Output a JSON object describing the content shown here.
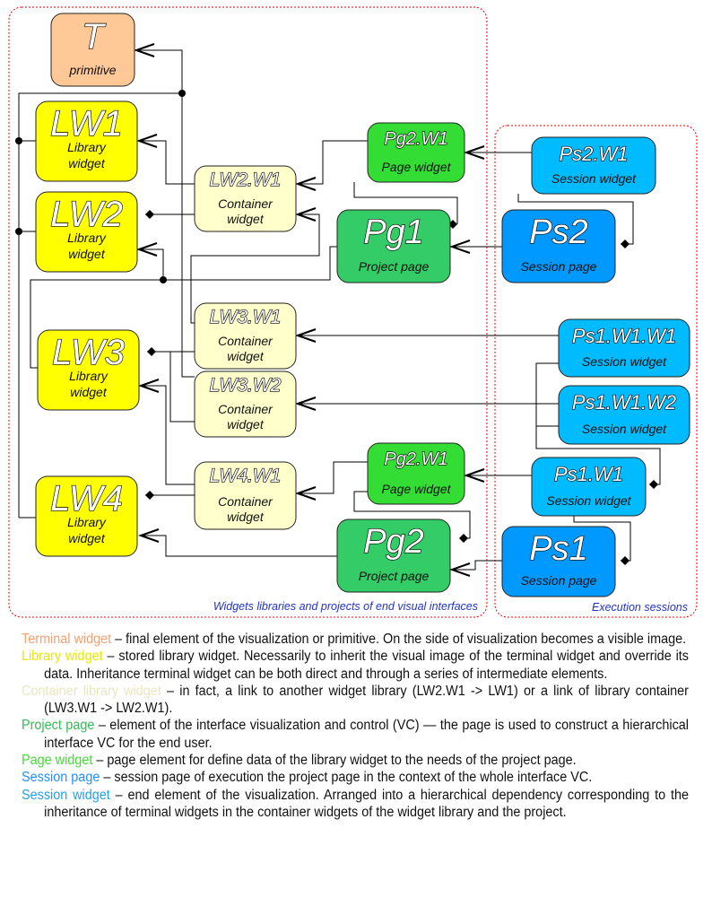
{
  "nodes": {
    "T": {
      "title": "T",
      "sub": "primitive",
      "color": "#FFC896"
    },
    "LW1": {
      "title": "LW1",
      "sub1": "Library",
      "sub2": "widget",
      "color": "#FFFF00"
    },
    "LW2": {
      "title": "LW2",
      "sub1": "Library",
      "sub2": "widget",
      "color": "#FFFF00"
    },
    "LW3": {
      "title": "LW3",
      "sub1": "Library",
      "sub2": "widget",
      "color": "#FFFF00"
    },
    "LW4": {
      "title": "LW4",
      "sub1": "Library",
      "sub2": "widget",
      "color": "#FFFF00"
    },
    "LW2W1": {
      "title": "LW2.W1",
      "sub1": "Container",
      "sub2": "widget",
      "color": "#FFFFCC"
    },
    "LW3W1": {
      "title": "LW3.W1",
      "sub1": "Container",
      "sub2": "widget",
      "color": "#FFFFCC"
    },
    "LW3W2": {
      "title": "LW3.W2",
      "sub1": "Container",
      "sub2": "widget",
      "color": "#FFFFCC"
    },
    "LW4W1": {
      "title": "LW4.W1",
      "sub1": "Container",
      "sub2": "widget",
      "color": "#FFFFCC"
    },
    "Pg2W1a": {
      "title": "Pg2.W1",
      "sub": "Page widget",
      "color": "#33DD33"
    },
    "Pg1": {
      "title": "Pg1",
      "sub": "Project page",
      "color": "#33CC66"
    },
    "Pg2W1b": {
      "title": "Pg2.W1",
      "sub": "Page widget",
      "color": "#33DD33"
    },
    "Pg2": {
      "title": "Pg2",
      "sub": "Project page",
      "color": "#33CC66"
    },
    "Ps2W1": {
      "title": "Ps2.W1",
      "sub": "Session widget",
      "color": "#00BBFF"
    },
    "Ps2": {
      "title": "Ps2",
      "sub": "Session page",
      "color": "#0099FF"
    },
    "Ps1W1W1": {
      "title": "Ps1.W1.W1",
      "sub": "Session widget",
      "color": "#00BBFF"
    },
    "Ps1W1W2": {
      "title": "Ps1.W1.W2",
      "sub": "Session widget",
      "color": "#00BBFF"
    },
    "Ps1W1": {
      "title": "Ps1.W1",
      "sub": "Session widget",
      "color": "#00BBFF"
    },
    "Ps1": {
      "title": "Ps1",
      "sub": "Session page",
      "color": "#0099FF"
    }
  },
  "regions": {
    "left": "Widgets libraries and projects of end visual interfaces",
    "right": "Execution sessions"
  },
  "legend": [
    {
      "term": "Terminal widget",
      "color": "#F4A070",
      "text": " – final element of the visualization or primitive. On the side of visualization becomes a visible image."
    },
    {
      "term": "Library widget",
      "color": "#E8E800",
      "text": " – stored library widget. Necessarily to inherit the visual image of the terminal widget and override its data. Inheritance terminal widget can be both direct and through a series of intermediate elements."
    },
    {
      "term": "Container library widget",
      "color": "#E8E8C0",
      "text": " – in fact, a link to another widget library (LW2.W1 -> LW1) or a link of library container (LW3.W1 -> LW2.W1)."
    },
    {
      "term": "Project page",
      "color": "#33BB55",
      "text": " – element of the interface visualization and control (VC) — the page is used to construct a hierarchical interface VC for the end user."
    },
    {
      "term": "Page widget",
      "color": "#44DD33",
      "text": " – page element for define data of the library widget to the needs of the project page."
    },
    {
      "term": "Session page",
      "color": "#1E90FF",
      "text": " – session page of execution the project page in the context of the whole interface VC."
    },
    {
      "term": "Session widget",
      "color": "#22A0F0",
      "text": " – end element of the visualization. Arranged into a hierarchical dependency corresponding to the inheritance of terminal widgets in the container widgets of the widget library and the project."
    }
  ]
}
